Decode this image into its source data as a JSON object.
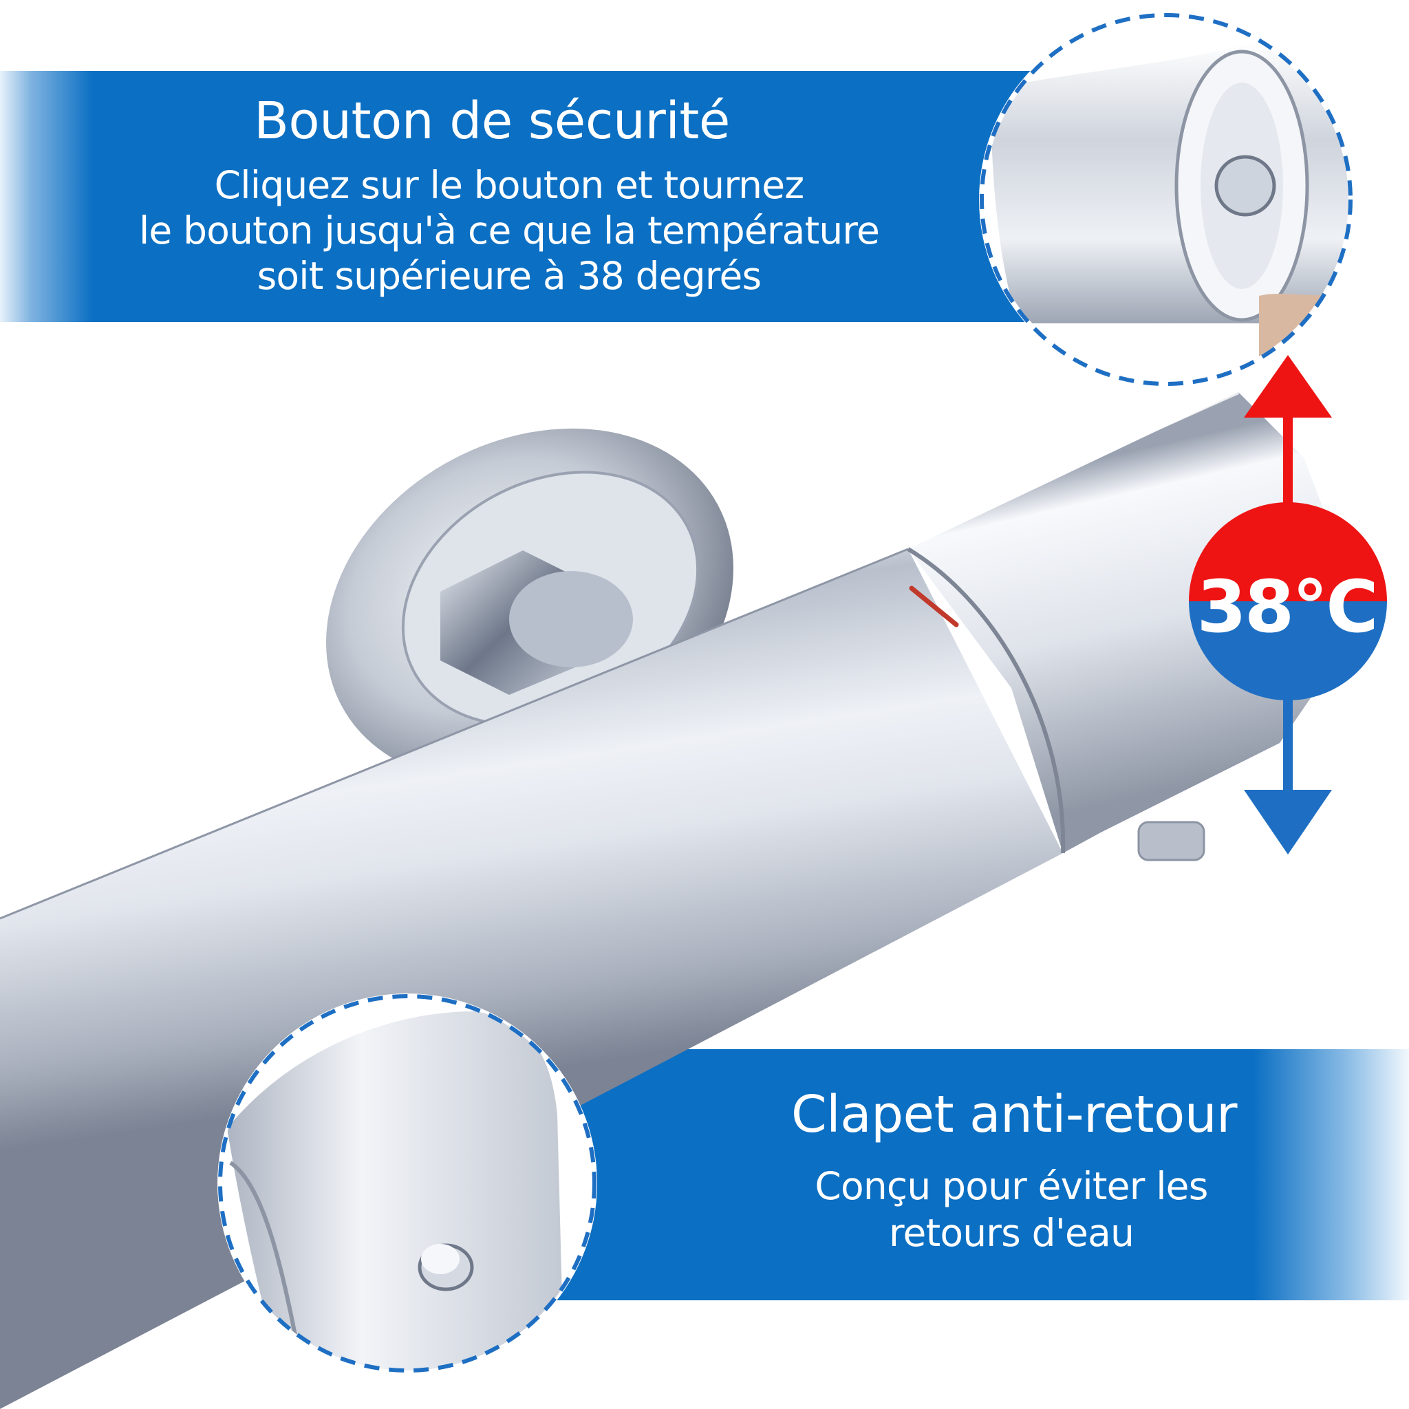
{
  "top_banner": {
    "title": "Bouton de sécurité",
    "description_lines": [
      "Cliquez sur le bouton et tournez",
      "le bouton jusqu'à ce que la température",
      "soit supérieure à 38 degrés"
    ]
  },
  "bottom_banner": {
    "title": "Clapet anti-retour",
    "description_lines": [
      "Conçu pour éviter les",
      "retours d'eau"
    ]
  },
  "temperature_indicator": {
    "label": "38°C"
  },
  "colors": {
    "banner_blue": "#0b6fc3",
    "hot_red": "#ee1414",
    "cold_blue": "#1e6fc3",
    "chrome": "#c9ced8"
  },
  "icons": [
    "up-arrow-icon",
    "down-arrow-icon",
    "dashed-circle-icon"
  ]
}
